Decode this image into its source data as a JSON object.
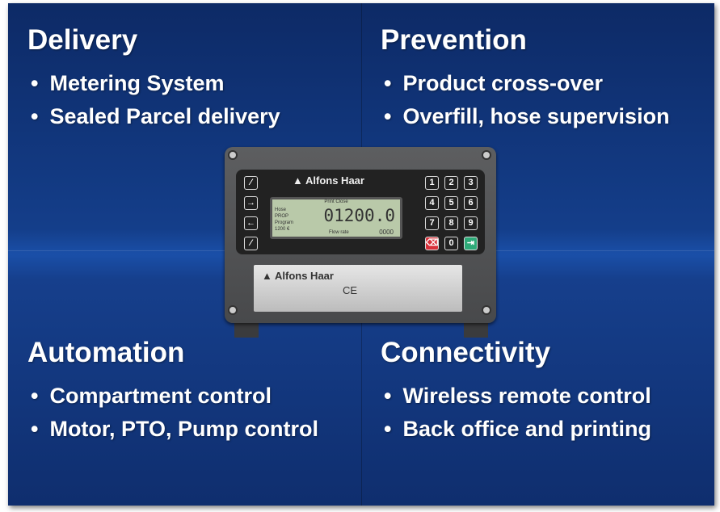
{
  "quadrants": [
    {
      "title": "Delivery",
      "items": [
        "Metering System",
        "Sealed Parcel delivery"
      ]
    },
    {
      "title": "Prevention",
      "items": [
        "Product cross-over",
        "Overfill, hose supervision"
      ]
    },
    {
      "title": "Automation",
      "items": [
        "Compartment control",
        "Motor, PTO, Pump control"
      ]
    },
    {
      "title": "Connectivity",
      "items": [
        "Wireless remote control",
        "Back office and printing"
      ]
    }
  ],
  "device": {
    "brand": "Alfons Haar",
    "lcd": {
      "header": "Print   Close",
      "reading": "01200.0",
      "labels": [
        "Hose",
        "PROP",
        "Program",
        "1200 €"
      ],
      "flow_label": "Flow rate",
      "flow": "0000"
    },
    "keys": [
      "1",
      "2",
      "3",
      "4",
      "5",
      "6",
      "7",
      "8",
      "9",
      "0"
    ],
    "plate_mark": "CE"
  }
}
